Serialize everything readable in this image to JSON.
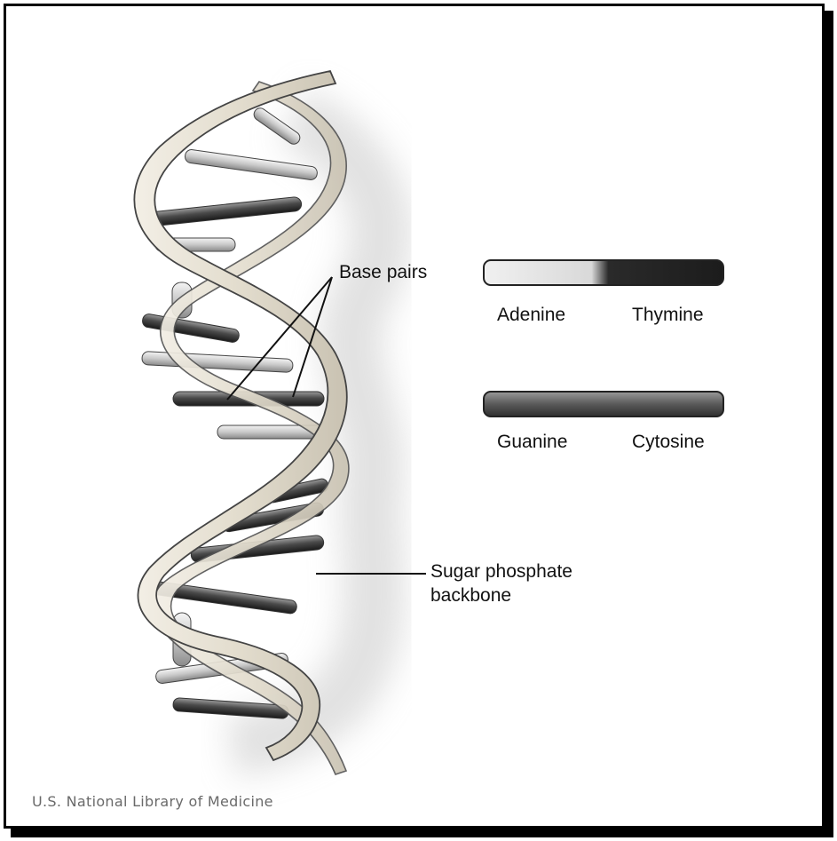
{
  "labels": {
    "base_pairs": "Base pairs",
    "adenine": "Adenine",
    "thymine": "Thymine",
    "guanine": "Guanine",
    "cytosine": "Cytosine",
    "backbone_line1": "Sugar phosphate",
    "backbone_line2": "backbone"
  },
  "credit": "U.S. National Library of Medicine",
  "colors": {
    "ribbon": "#e6e1d3",
    "ribbon_edge": "#555555",
    "adenine": "#e4e4e4",
    "thymine": "#2a2a2a",
    "guanine_cytosine": "#5a5a5a",
    "shadow": "#d8d8d8"
  }
}
